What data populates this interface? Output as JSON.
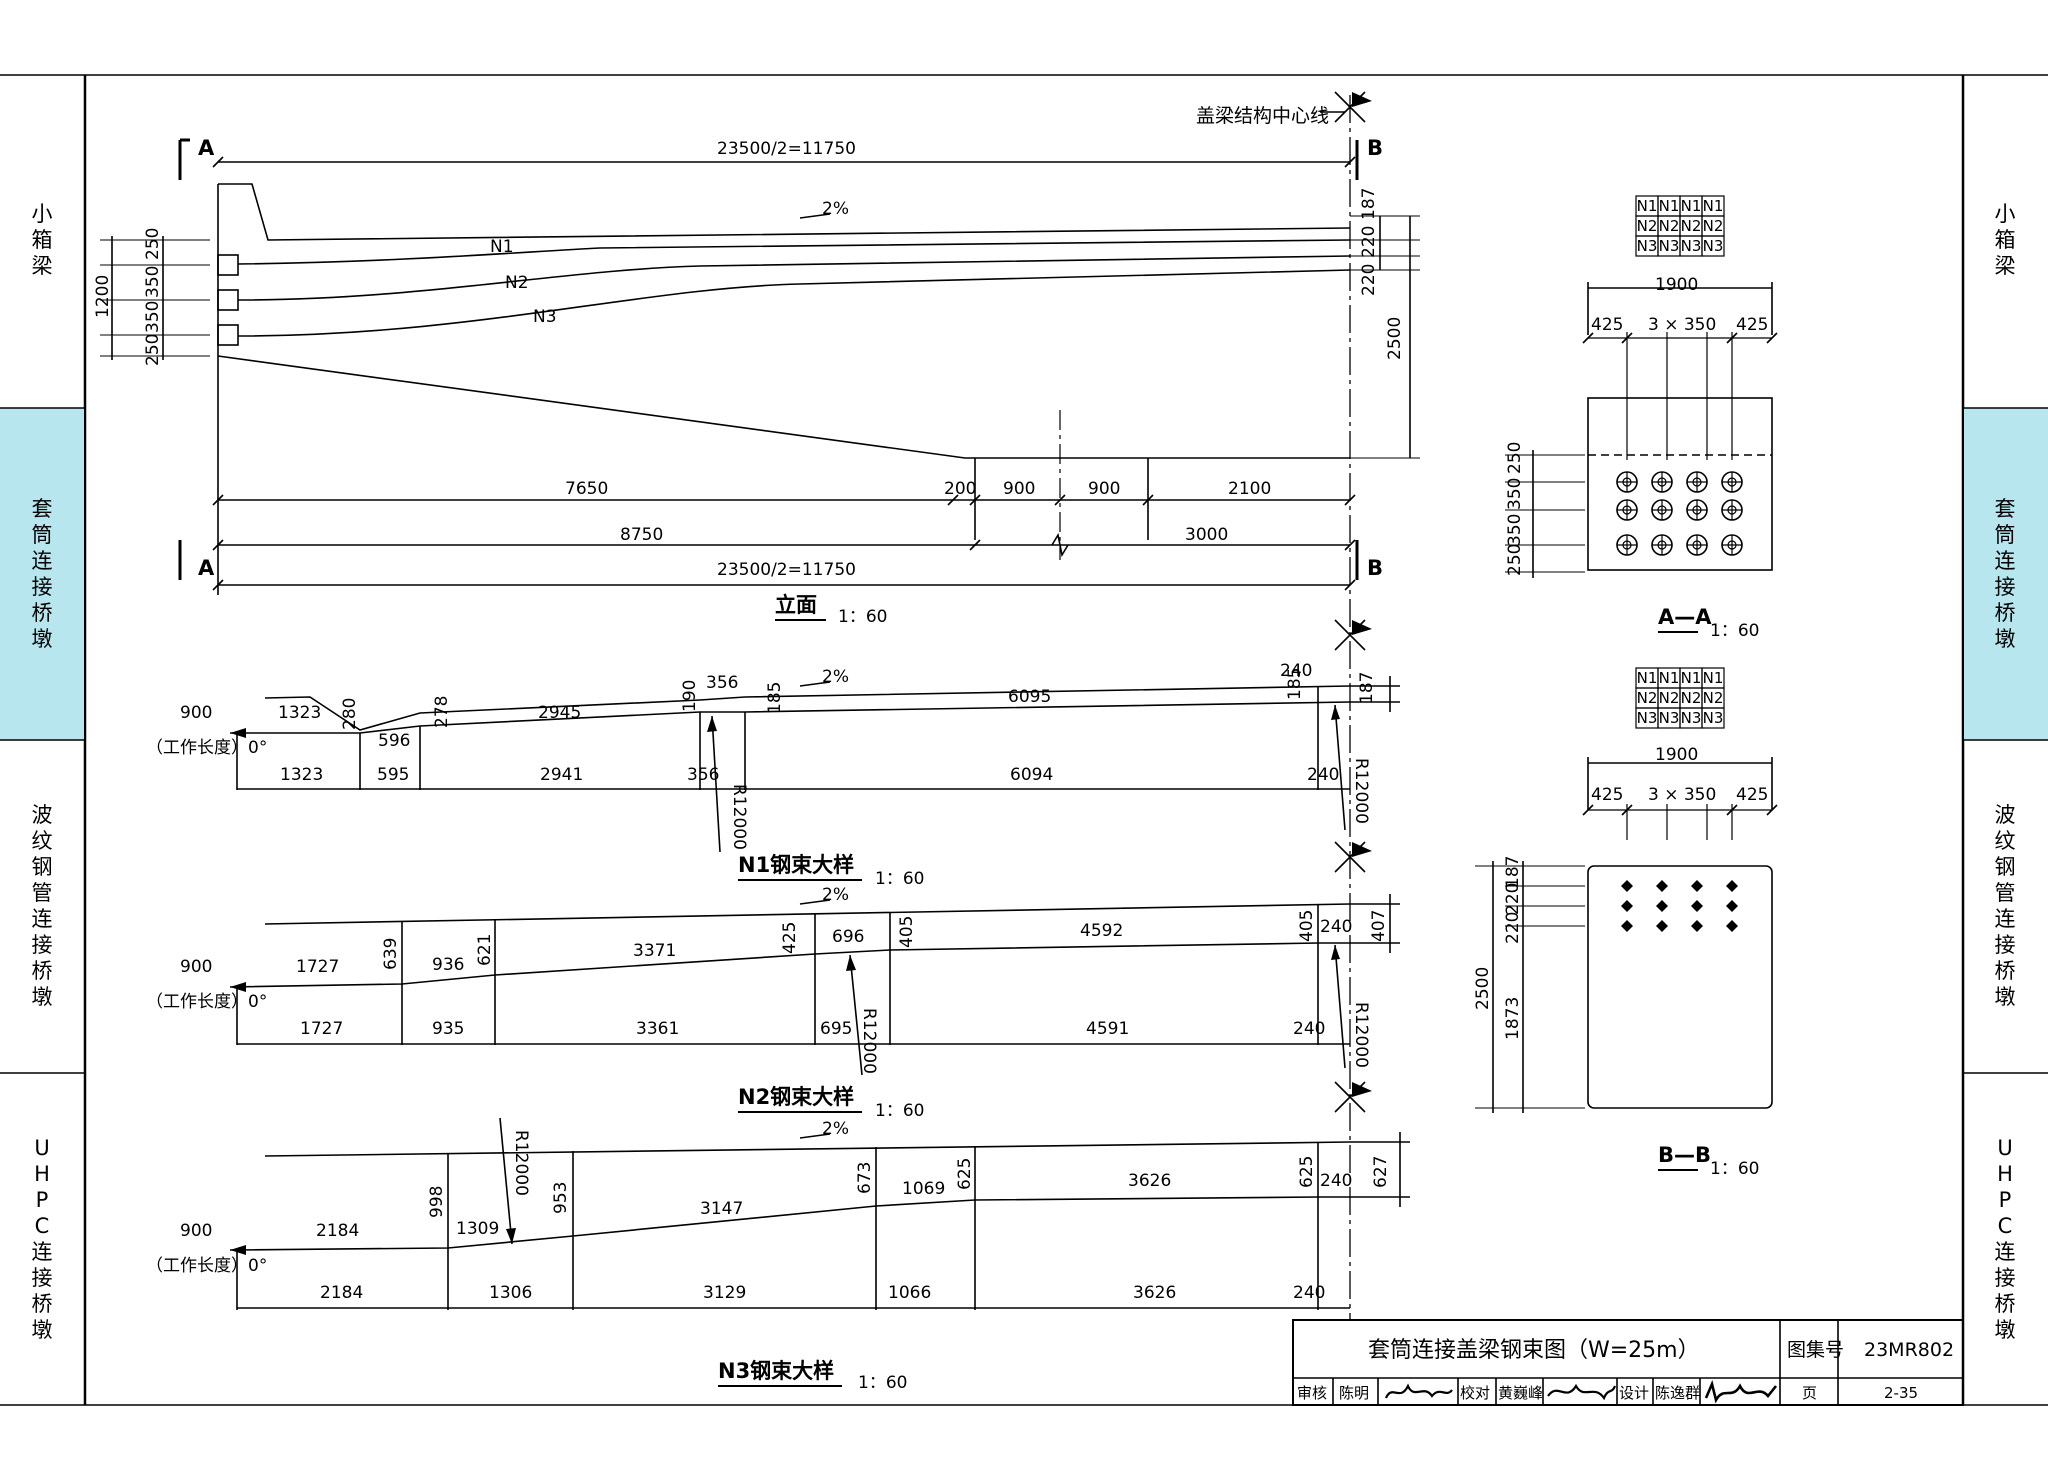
{
  "side_tabs": [
    {
      "label": "小箱梁",
      "active": false
    },
    {
      "label": "套筒连接桥墩",
      "active": true
    },
    {
      "label": "波纹钢管连接桥墩",
      "active": false
    },
    {
      "label": "UHPC连接桥墩",
      "active": false
    }
  ],
  "colors": {
    "active_tab": "#b7e6ee",
    "line": "#000000"
  },
  "elevation": {
    "centerline_label": "盖梁结构中心线",
    "section_a": "A",
    "section_b": "B",
    "dim_top": "23500/2=11750",
    "dim_bottom": "23500/2=11750",
    "slope": "2%",
    "tendons": [
      "N1",
      "N2",
      "N3"
    ],
    "left_height": "1200",
    "left_dims": [
      "250",
      "350",
      "350",
      "250"
    ],
    "right_dims": [
      "187",
      "220",
      "220"
    ],
    "right_height": "2500",
    "row1": [
      "7650",
      "200",
      "900",
      "900",
      "2100"
    ],
    "row2": [
      "8750",
      "3000"
    ],
    "title": "立面",
    "scale": "1：60"
  },
  "n1": {
    "title": "N1钢束大样",
    "scale": "1：60",
    "work_len": "900",
    "work_label": "（工作长度）0°",
    "top": [
      "1323",
      "596",
      "2945",
      "356",
      "6095",
      "240"
    ],
    "verts": [
      "280",
      "278",
      "190",
      "185",
      "185",
      "187"
    ],
    "bottom": [
      "1323",
      "595",
      "2941",
      "356",
      "6094",
      "240"
    ],
    "radius": "R12000",
    "radius2": "R12000",
    "slope": "2%"
  },
  "n2": {
    "title": "N2钢束大样",
    "scale": "1：60",
    "work_len": "900",
    "work_label": "（工作长度）0°",
    "top": [
      "1727",
      "936",
      "3371",
      "696",
      "4592",
      "240"
    ],
    "verts": [
      "639",
      "621",
      "425",
      "405",
      "405",
      "407"
    ],
    "bottom": [
      "1727",
      "935",
      "3361",
      "695",
      "4591",
      "240"
    ],
    "radius": "R12000",
    "radius2": "R12000",
    "slope": "2%"
  },
  "n3": {
    "title": "N3钢束大样",
    "scale": "1：60",
    "work_len": "900",
    "work_label": "（工作长度）0°",
    "top": [
      "2184",
      "1309",
      "3147",
      "1069",
      "3626",
      "240"
    ],
    "verts": [
      "998",
      "953",
      "673",
      "625",
      "625",
      "627"
    ],
    "bottom": [
      "2184",
      "1306",
      "3129",
      "1066",
      "3626",
      "240"
    ],
    "radius": "R12000",
    "slope": "2%"
  },
  "section_aa": {
    "title": "A—A",
    "scale": "1：60",
    "grid": [
      [
        "N1",
        "N1",
        "N1",
        "N1"
      ],
      [
        "N2",
        "N2",
        "N2",
        "N2"
      ],
      [
        "N3",
        "N3",
        "N3",
        "N3"
      ]
    ],
    "width": "1900",
    "dims": [
      "425",
      "3 × 350",
      "425"
    ],
    "heights": [
      "250",
      "350",
      "350",
      "250"
    ]
  },
  "section_bb": {
    "title": "B—B",
    "scale": "1：60",
    "grid": [
      [
        "N1",
        "N1",
        "N1",
        "N1"
      ],
      [
        "N2",
        "N2",
        "N2",
        "N2"
      ],
      [
        "N3",
        "N3",
        "N3",
        "N3"
      ]
    ],
    "width": "1900",
    "dims": [
      "425",
      "3 × 350",
      "425"
    ],
    "heights": [
      "187",
      "220",
      "220"
    ],
    "total": "2500",
    "bottom_h": "1873"
  },
  "title_block": {
    "title": "套筒连接盖梁钢束图（W=25m）",
    "atlas_label": "图集号",
    "atlas_no": "23MR802",
    "review": "审核",
    "reviewer": "陈明",
    "check": "校对",
    "checker": "黄巍峰",
    "design": "设计",
    "designer": "陈逸群",
    "page_label": "页",
    "page_no": "2-35"
  }
}
